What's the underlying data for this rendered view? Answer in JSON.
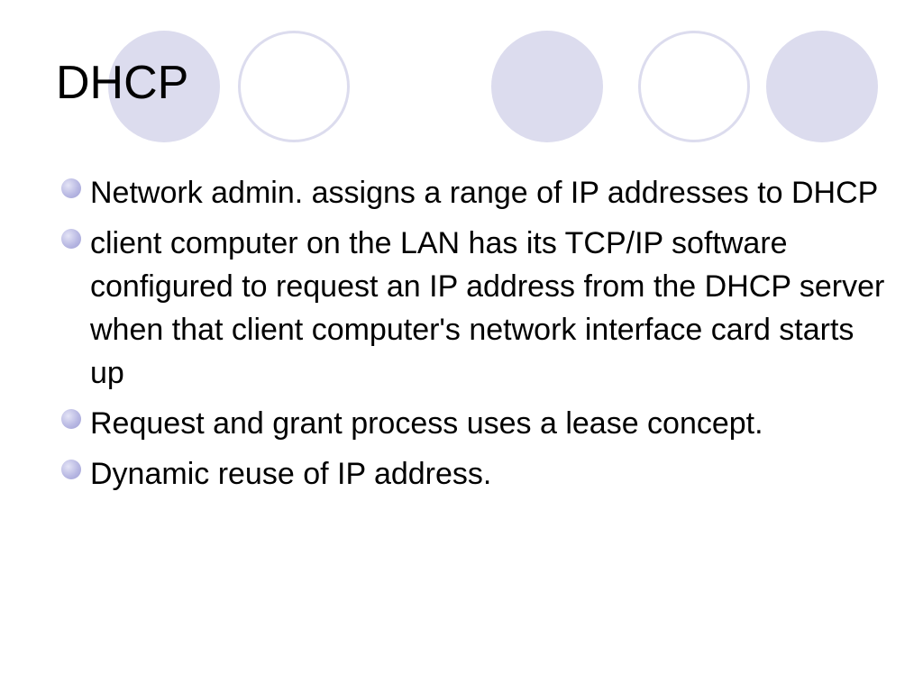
{
  "slide": {
    "title": "DHCP",
    "bullets": [
      "Network admin. assigns a range of IP addresses to DHCP",
      "client computer on the LAN has its TCP/IP software configured to request an IP address from the DHCP server when that client computer's network interface card starts up",
      "Request and grant process uses a lease concept.",
      "Dynamic reuse of IP address."
    ]
  },
  "colors": {
    "circle_fill": "#dcdcee",
    "circle_outline": "#dcdcee",
    "bullet": "#b9b9e3",
    "text": "#000000",
    "background": "#ffffff"
  }
}
